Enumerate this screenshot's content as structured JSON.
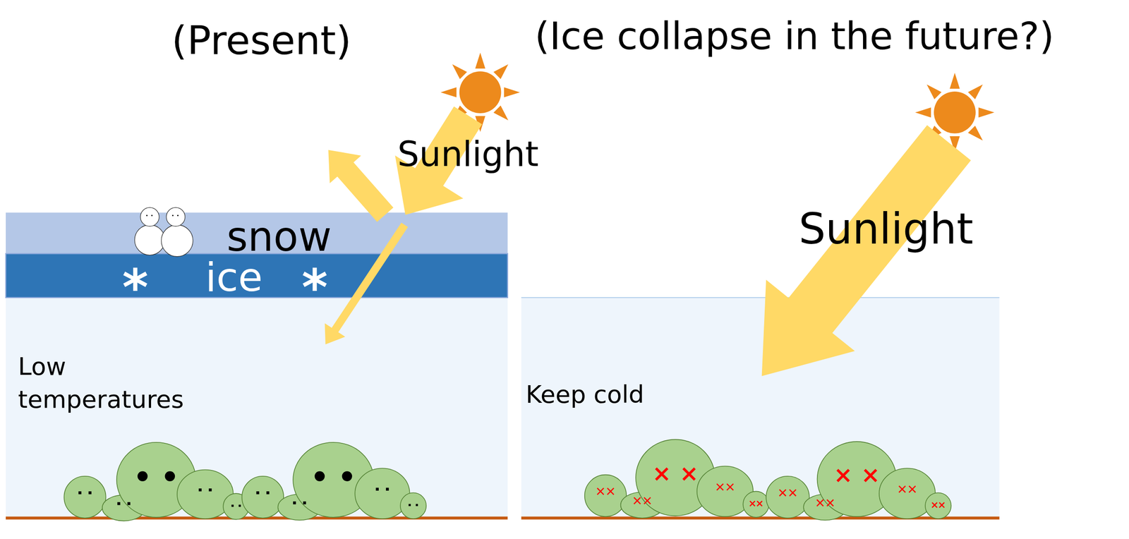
{
  "diagram": {
    "nodes": [
      {
        "text": [
          "snow"
        ]
      },
      {
        "text": [
          "ice"
        ]
      },
      {
        "text": [
          "Low temperatures"
        ]
      },
      {
        "text": [
          "Keep cold"
        ]
      }
    ],
    "labels": [
      "(Present)",
      "(Ice collapse in the future?)",
      "Sunlight",
      "Sunlight",
      "*",
      "*"
    ]
  }
}
